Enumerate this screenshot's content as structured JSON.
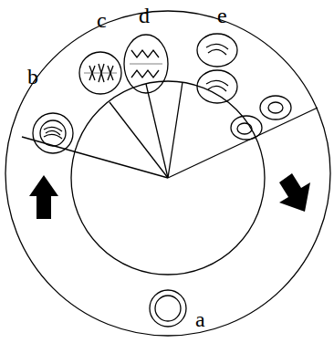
{
  "diagram": {
    "labels": [
      "b",
      "c",
      "d",
      "e",
      "a"
    ]
  }
}
